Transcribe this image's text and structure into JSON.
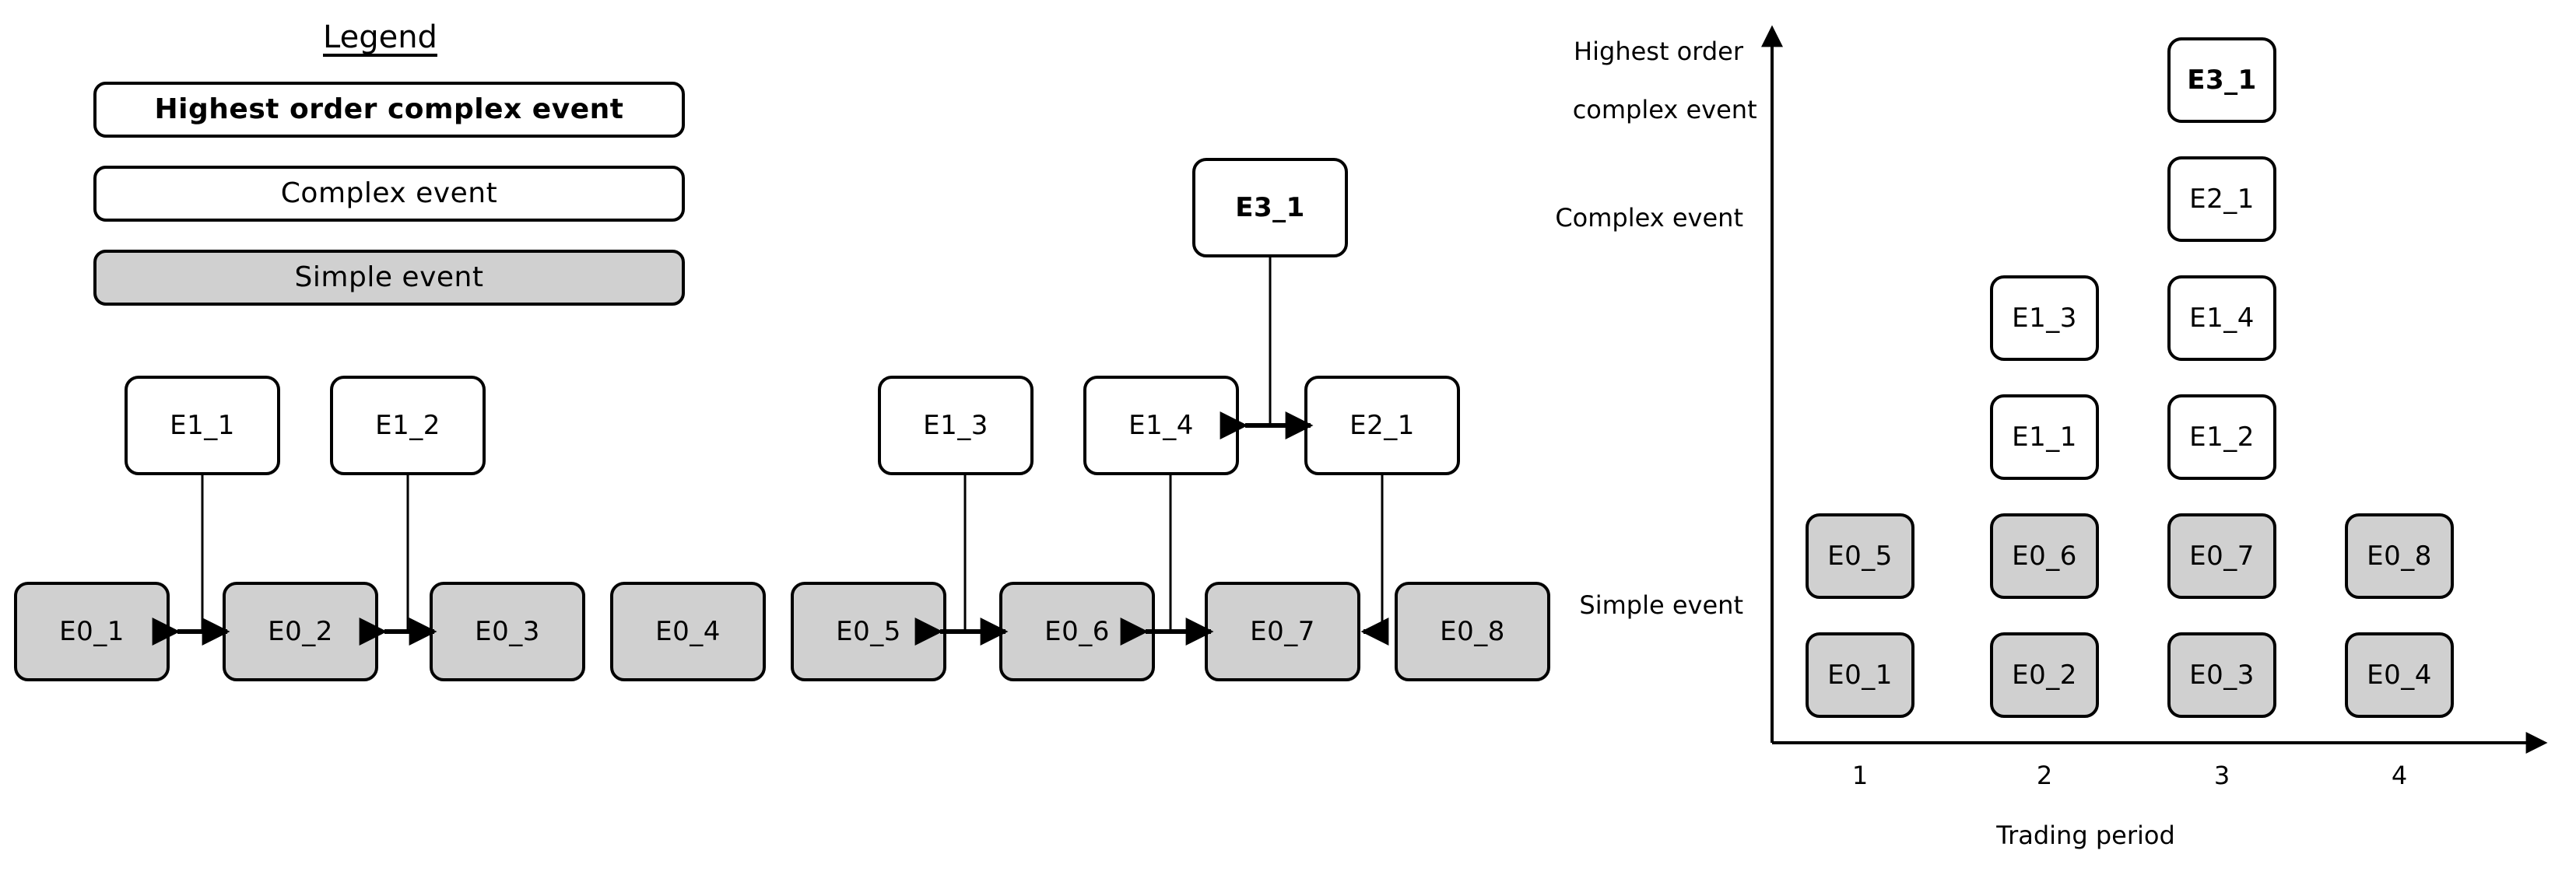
{
  "legend": {
    "title": "Legend",
    "items": [
      {
        "label": "Highest order complex event",
        "style": "bold-white"
      },
      {
        "label": "Complex event",
        "style": "white"
      },
      {
        "label": "Simple event",
        "style": "grey"
      }
    ]
  },
  "tree": {
    "simple_events": [
      "E0_1",
      "E0_2",
      "E0_3",
      "E0_4",
      "E0_5",
      "E0_6",
      "E0_7",
      "E0_8"
    ],
    "complex_events": [
      "E1_1",
      "E1_2",
      "E1_3",
      "E1_4",
      "E2_1"
    ],
    "highest_order_event": "E3_1",
    "nodes": {
      "e1_1": "E1_1",
      "e1_2": "E1_2",
      "e1_3": "E1_3",
      "e1_4": "E1_4",
      "e2_1": "E2_1",
      "e3_1": "E3_1",
      "e0_1": "E0_1",
      "e0_2": "E0_2",
      "e0_3": "E0_3",
      "e0_4": "E0_4",
      "e0_5": "E0_5",
      "e0_6": "E0_6",
      "e0_7": "E0_7",
      "e0_8": "E0_8"
    }
  },
  "chart_data": {
    "type": "scatter",
    "title": "",
    "xlabel": "Trading period",
    "ylabel": "",
    "x_ticks": [
      "1",
      "2",
      "3",
      "4"
    ],
    "y_ticks": [
      "Simple event",
      "Complex event",
      "Highest order\ncomplex event"
    ],
    "y_tick_lines": {
      "simple": "Simple event",
      "complex": "Complex event",
      "highest_l1": "Highest order",
      "highest_l2": "complex event"
    },
    "grid": false,
    "legend_position": "none",
    "x_axis_arrow": true,
    "y_axis_arrow": true,
    "points": [
      {
        "label": "E0_1",
        "x": 1,
        "level": 1,
        "kind": "simple"
      },
      {
        "label": "E0_2",
        "x": 2,
        "level": 1,
        "kind": "simple"
      },
      {
        "label": "E0_3",
        "x": 3,
        "level": 1,
        "kind": "simple"
      },
      {
        "label": "E0_4",
        "x": 4,
        "level": 1,
        "kind": "simple"
      },
      {
        "label": "E0_5",
        "x": 1,
        "level": 2,
        "kind": "simple"
      },
      {
        "label": "E0_6",
        "x": 2,
        "level": 2,
        "kind": "simple"
      },
      {
        "label": "E0_7",
        "x": 3,
        "level": 2,
        "kind": "simple"
      },
      {
        "label": "E0_8",
        "x": 4,
        "level": 2,
        "kind": "simple"
      },
      {
        "label": "E1_1",
        "x": 2,
        "level": 3,
        "kind": "complex"
      },
      {
        "label": "E1_2",
        "x": 3,
        "level": 3,
        "kind": "complex"
      },
      {
        "label": "E1_3",
        "x": 2,
        "level": 4,
        "kind": "complex"
      },
      {
        "label": "E1_4",
        "x": 3,
        "level": 4,
        "kind": "complex"
      },
      {
        "label": "E2_1",
        "x": 3,
        "level": 5,
        "kind": "complex"
      },
      {
        "label": "E3_1",
        "x": 3,
        "level": 6,
        "kind": "highest"
      }
    ]
  },
  "colors": {
    "simple_fill": "#d0d0d0",
    "complex_fill": "#ffffff",
    "stroke": "#000000"
  }
}
